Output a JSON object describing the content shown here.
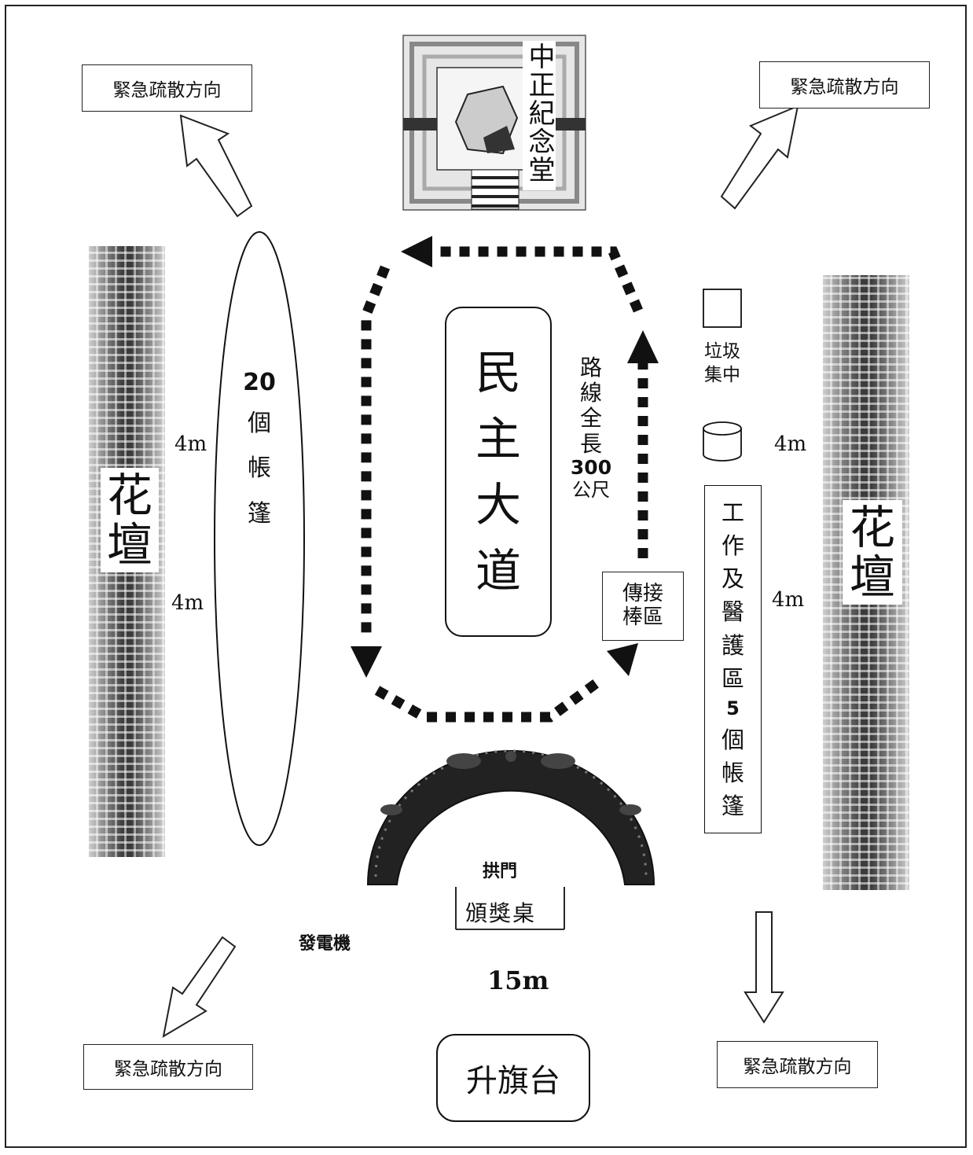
{
  "evac_label": "緊急疏散方向",
  "memorial_hall": "中正紀念堂",
  "tents_left": {
    "count": "20",
    "chars": [
      "個",
      "帳",
      "篷"
    ]
  },
  "avenue": [
    "民",
    "主",
    "大",
    "道"
  ],
  "route": {
    "chars_top": [
      "路",
      "線",
      "全",
      "長"
    ],
    "length": "300",
    "unit": "公尺"
  },
  "relay_zone": [
    "傳接",
    "棒區"
  ],
  "trash": [
    "垃圾",
    "集中"
  ],
  "work_medical": {
    "chars_top": [
      "工",
      "作",
      "及",
      "醫",
      "護",
      "區"
    ],
    "count": "5",
    "chars_bottom": [
      "個",
      "帳",
      "篷"
    ]
  },
  "flower_bed": [
    "花",
    "壇"
  ],
  "width_4m": "4m",
  "arch_label": "拱門",
  "award_table": "頒獎桌",
  "generator": "發電機",
  "distance_15m": "15m",
  "flag_platform": "升旗台",
  "colors": {
    "line": "#111111",
    "flower_dark": "#3a3a3a",
    "flower_light": "#cfcfcf",
    "arch": "#222222"
  }
}
